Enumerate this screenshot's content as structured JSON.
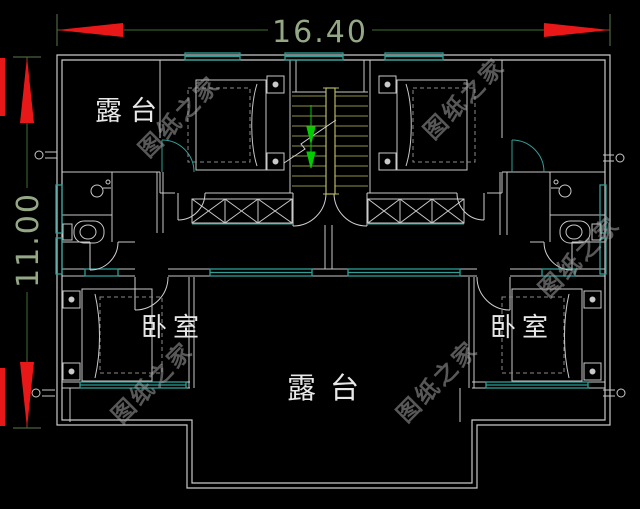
{
  "drawing": {
    "type": "architectural-floor-plan",
    "dimensions": {
      "width_label": "16.40",
      "height_label": "11.00"
    },
    "labels": {
      "terrace_top_left": "露台",
      "terrace_bottom": "露台",
      "bedroom_left": "卧室",
      "bedroom_right": "卧室"
    },
    "watermark": {
      "text": "图纸之家"
    },
    "colors": {
      "background": "#000000",
      "walls": "#c9c9c9",
      "window": "#2e9e96",
      "dimension_line": "#3f6f35",
      "dimension_text": "#95a886",
      "dimension_arrow": "#e81818",
      "stair": "#8f8f45",
      "stair_arrow": "#00cc00",
      "room_label": "#e8e8e8",
      "watermark": "#a0a0a0"
    }
  }
}
